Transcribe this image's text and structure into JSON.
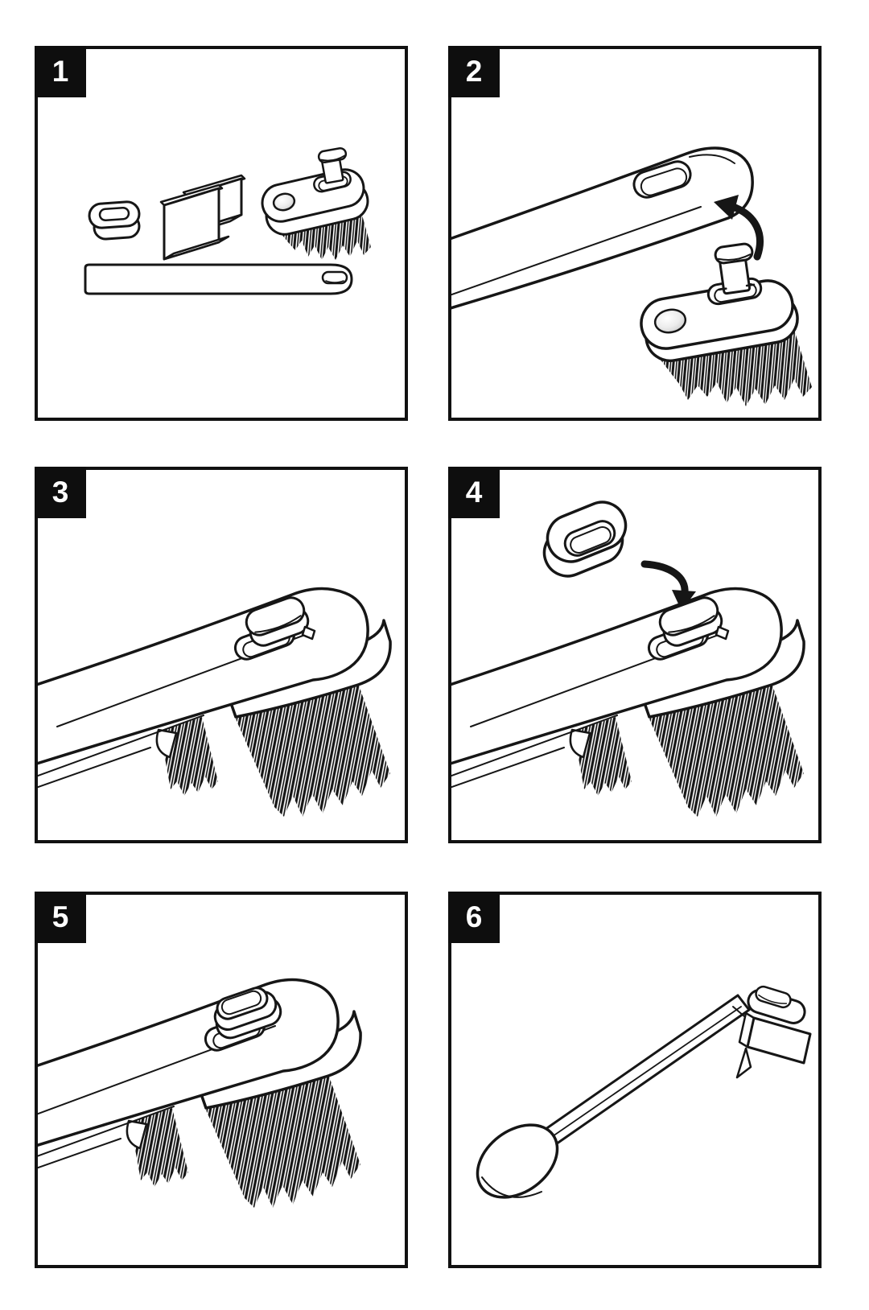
{
  "panels": [
    {
      "number": "1",
      "illustration": "parts-overview"
    },
    {
      "number": "2",
      "illustration": "attach-brush-head-to-handle"
    },
    {
      "number": "3",
      "illustration": "brush-head-locked-through-slot"
    },
    {
      "number": "4",
      "illustration": "place-cap-onto-stem"
    },
    {
      "number": "5",
      "illustration": "cap-installed"
    },
    {
      "number": "6",
      "illustration": "fully-assembled-tool"
    }
  ],
  "colors": {
    "ink": "#161616",
    "paper": "#ffffff",
    "badge_background": "#0e0e0e",
    "badge_number": "#ffffff",
    "hole_gray": "#c9c9c9"
  }
}
